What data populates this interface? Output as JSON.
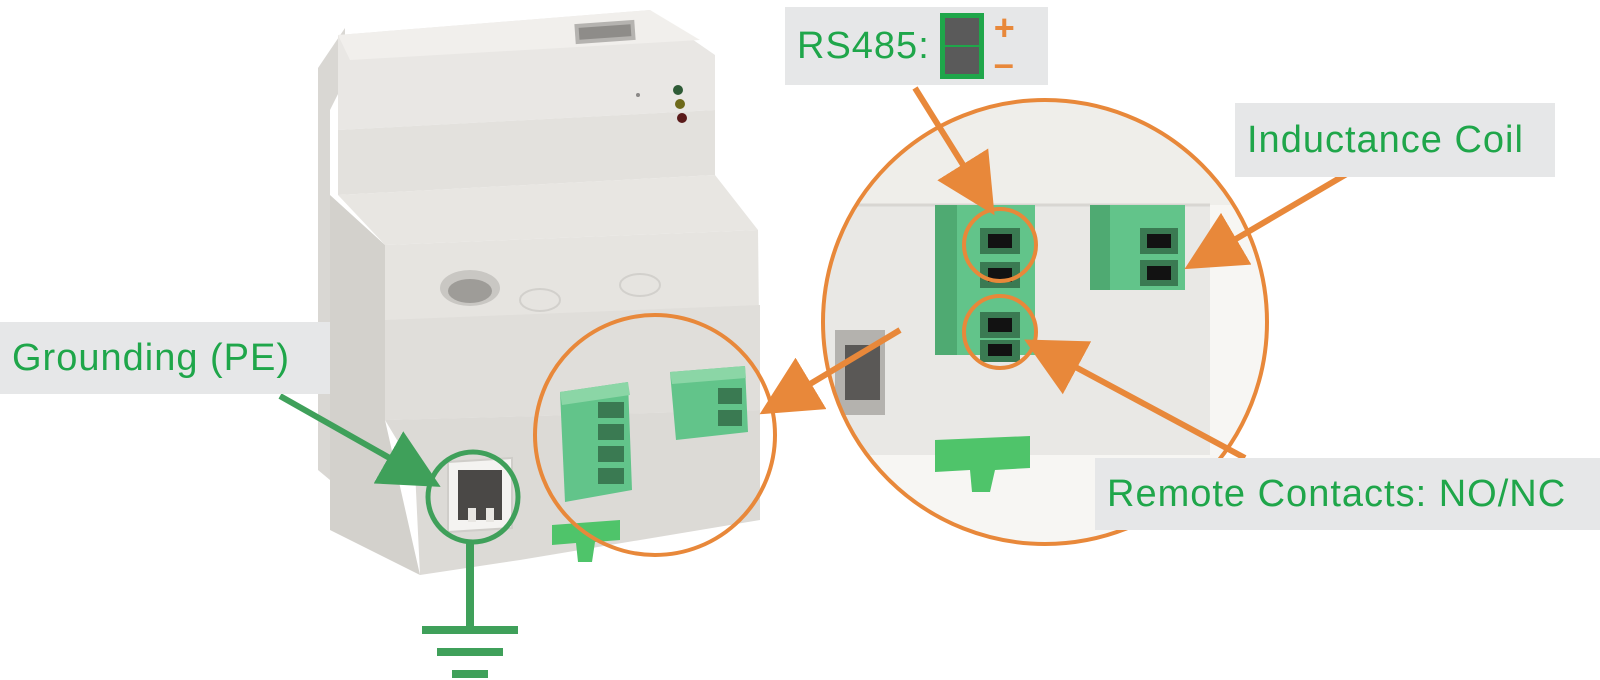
{
  "labels": {
    "rs485": "RS485:",
    "rs485_plus": "+",
    "rs485_minus": "–",
    "inductance_coil": "Inductance Coil",
    "grounding": "Grounding (PE)",
    "remote_contacts": "Remote Contacts: NO/NC"
  },
  "colors": {
    "label_text": "#1fa64a",
    "label_bg": "#e6e7e8",
    "orange": "#e8883a",
    "green_line": "#3fa05a",
    "terminal_green": "#62c48a",
    "housing": "#eceae7"
  }
}
